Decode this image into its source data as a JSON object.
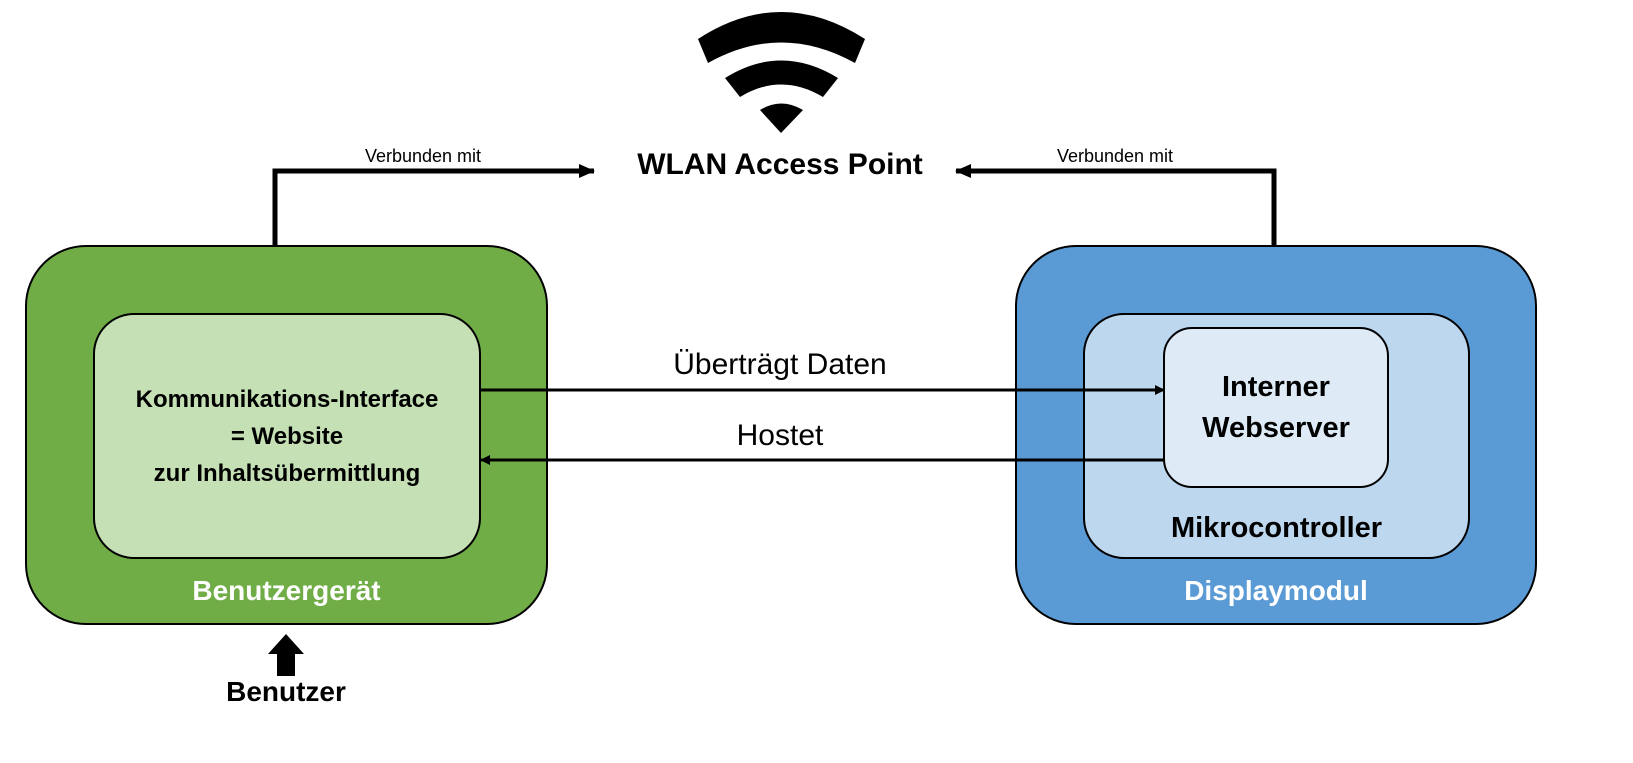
{
  "access_point": {
    "label": "WLAN Access Point"
  },
  "connections": {
    "left_label": "Verbunden mit",
    "right_label": "Verbunden mit",
    "transmit_label": "Überträgt Daten",
    "host_label": "Hostet"
  },
  "user_device": {
    "outer_label": "Benutzergerät",
    "inner_lines": [
      "Kommunikations-Interface",
      "= Website",
      "zur Inhaltsübermittlung"
    ]
  },
  "display_module": {
    "outer_label": "Displaymodul",
    "middle_label": "Mikrocontroller",
    "inner_lines": [
      "Interner",
      "Webserver"
    ]
  },
  "user": {
    "label": "Benutzer"
  },
  "colors": {
    "green_dark": "#70ad47",
    "green_light": "#c5e0b4",
    "blue_dark": "#5b9bd5",
    "blue_mid": "#bdd7ee",
    "blue_light": "#deebf7"
  },
  "icons": {
    "wifi": "wifi-icon",
    "user_arrow": "arrow-up-icon"
  }
}
